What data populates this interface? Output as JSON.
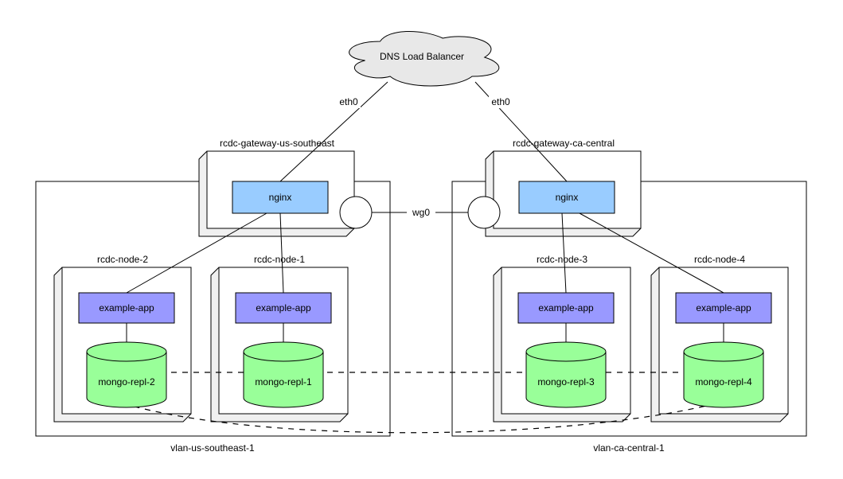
{
  "diagram": {
    "cloud": {
      "label": "DNS Load Balancer"
    },
    "interfaces": {
      "eth0_left": "eth0",
      "eth0_right": "eth0",
      "wg0": "wg0"
    },
    "gateways": [
      {
        "name": "rcdc-gateway-us-southeast",
        "service": "nginx"
      },
      {
        "name": "rcdc-gateway-ca-central",
        "service": "nginx"
      }
    ],
    "vlans": [
      {
        "name": "vlan-us-southeast-1"
      },
      {
        "name": "vlan-ca-central-1"
      }
    ],
    "nodes": [
      {
        "name": "rcdc-node-2",
        "app": "example-app",
        "db": "mongo-repl-2"
      },
      {
        "name": "rcdc-node-1",
        "app": "example-app",
        "db": "mongo-repl-1"
      },
      {
        "name": "rcdc-node-3",
        "app": "example-app",
        "db": "mongo-repl-3"
      },
      {
        "name": "rcdc-node-4",
        "app": "example-app",
        "db": "mongo-repl-4"
      }
    ],
    "colors": {
      "nginx_fill": "#99ccff",
      "app_fill": "#9999ff",
      "db_fill": "#99ff99",
      "cloud_fill": "#e8e8e8",
      "box_side_fill": "#f0f0f0",
      "stroke": "#000000",
      "background": "#ffffff"
    }
  }
}
